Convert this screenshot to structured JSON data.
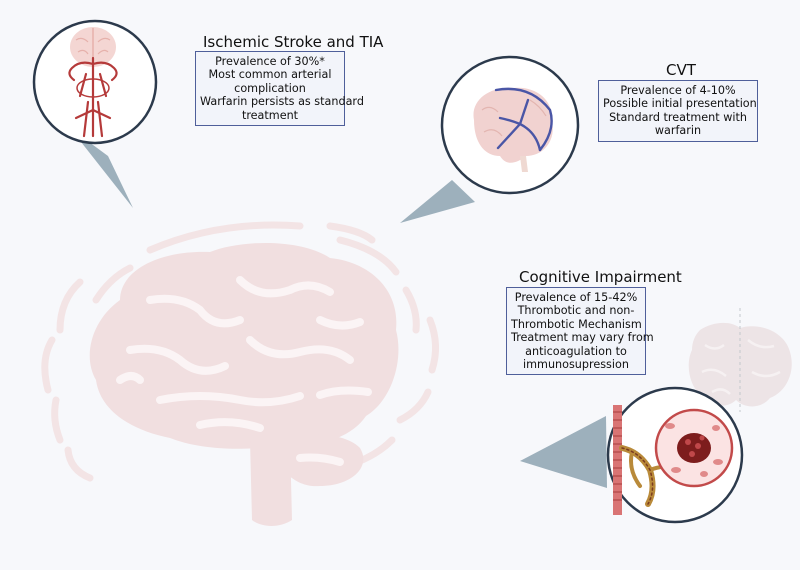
{
  "panels": {
    "stroke": {
      "title": "Ischemic Stroke and TIA",
      "lines": [
        "Prevalence of 30%*",
        "Most common arterial",
        "complication",
        "Warfarin persists as standard",
        "treatment"
      ]
    },
    "cvt": {
      "title": "CVT",
      "lines": [
        "Prevalence of 4-10%",
        "Possible initial presentation",
        "Standard treatment with",
        "warfarin"
      ]
    },
    "cognitive": {
      "title": "Cognitive Impairment",
      "lines": [
        "Prevalence of 15-42%",
        "Thrombotic and non-",
        "Thrombotic Mechanism",
        "Treatment may vary from",
        "anticoagulation to",
        "immunosupression"
      ]
    }
  },
  "colors": {
    "background": "#f7f8fb",
    "brain_large": "#f1dfe0",
    "callout_wedge": "#9db0bc",
    "circle_border": "#2c3a4c",
    "box_border": "#4f5f9a",
    "box_fill": "#f2f4fa",
    "artery_red": "#b53a3a",
    "vein_blue": "#4a56a6"
  }
}
